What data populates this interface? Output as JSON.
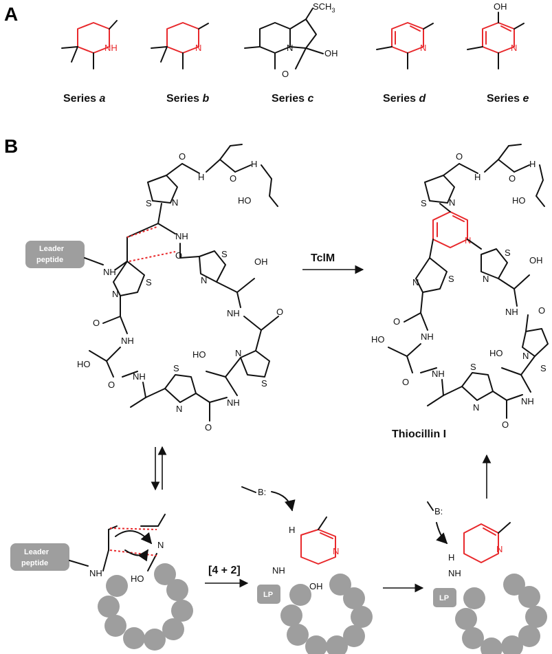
{
  "panels": {
    "a": "A",
    "b": "B"
  },
  "series": [
    {
      "prefix": "Series ",
      "letter": "a"
    },
    {
      "prefix": "Series ",
      "letter": "b"
    },
    {
      "prefix": "Series ",
      "letter": "c"
    },
    {
      "prefix": "Series ",
      "letter": "d"
    },
    {
      "prefix": "Series ",
      "letter": "e"
    }
  ],
  "atoms": {
    "nh": "NH",
    "n": "N",
    "s": "S",
    "h": "H",
    "o": "O",
    "oh": "OH",
    "ho": "HO",
    "sch3": "SCH",
    "sch3_sub": "3",
    "base": "B:"
  },
  "reaction": {
    "enzyme": "TclM",
    "cycloaddition": "[4 + 2]",
    "product_name": "Thiocillin I"
  },
  "boxes": {
    "leader_line1": "Leader",
    "leader_line2": "peptide",
    "lp": "LP"
  },
  "colors": {
    "highlight": "#e8282b",
    "box_gray": "#9e9e9e",
    "ink": "#111111"
  }
}
